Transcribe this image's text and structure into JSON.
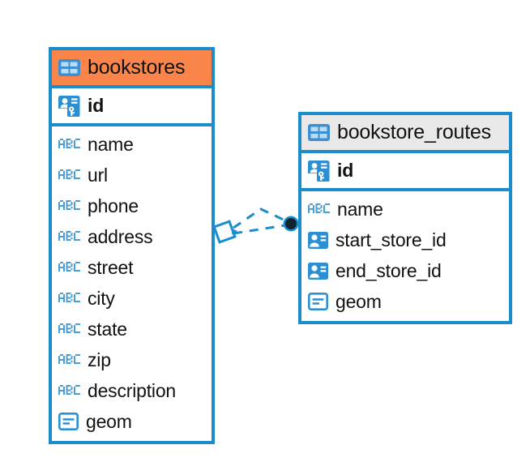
{
  "diagram": {
    "type": "entity-relationship-diagram",
    "background_color": "#ffffff",
    "border_color": "#1b8dcc",
    "text_color": "#111111",
    "relationship": {
      "line_color": "#1b8dcc",
      "line_style": "dashed",
      "source_marker": "diamond",
      "target_marker": "filled-circle",
      "target_marker_color": "#10232e",
      "from_table": "bookstores",
      "to_table": "bookstore_routes"
    }
  },
  "tables": [
    {
      "id": "bookstores",
      "name": "bookstores",
      "header_color": "#f9854a",
      "table_icon": "table-grid-icon",
      "primary_keys": [
        {
          "name": "id",
          "icon": "primary-key-icon",
          "bold": true
        }
      ],
      "fields": [
        {
          "name": "name",
          "icon": "abc-text-icon"
        },
        {
          "name": "url",
          "icon": "abc-text-icon"
        },
        {
          "name": "phone",
          "icon": "abc-text-icon"
        },
        {
          "name": "address",
          "icon": "abc-text-icon"
        },
        {
          "name": "street",
          "icon": "abc-text-icon"
        },
        {
          "name": "city",
          "icon": "abc-text-icon"
        },
        {
          "name": "state",
          "icon": "abc-text-icon"
        },
        {
          "name": "zip",
          "icon": "abc-text-icon"
        },
        {
          "name": "description",
          "icon": "abc-text-icon"
        },
        {
          "name": "geom",
          "icon": "geometry-icon"
        }
      ]
    },
    {
      "id": "bookstore_routes",
      "name": "bookstore_routes",
      "header_color": "#e9e9e9",
      "table_icon": "table-grid-icon",
      "primary_keys": [
        {
          "name": "id",
          "icon": "primary-key-icon",
          "bold": true
        }
      ],
      "fields": [
        {
          "name": "name",
          "icon": "abc-text-icon"
        },
        {
          "name": "start_store_id",
          "icon": "foreign-key-icon"
        },
        {
          "name": "end_store_id",
          "icon": "foreign-key-icon"
        },
        {
          "name": "geom",
          "icon": "geometry-icon"
        }
      ]
    }
  ]
}
